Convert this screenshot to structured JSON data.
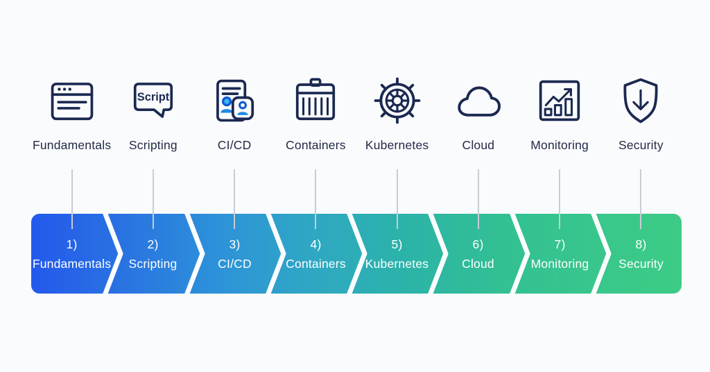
{
  "colors": {
    "background": "#fafbfd",
    "icon_outline": "#1b2951",
    "accent_blue": "#1e88e5",
    "accent_blue_light": "#3db5f4",
    "connector_line": "#c7ccd4",
    "label_text": "#222b46",
    "chevron_text_color": "#ffffff",
    "band_gradient_start": "#2459ec",
    "band_gradient_end": "#3dcb86"
  },
  "stages": [
    {
      "number": "1)",
      "label": "Fundamentals",
      "icon": "browser-window-icon",
      "color": "#2459ec"
    },
    {
      "number": "2)",
      "label": "Scripting",
      "icon": "script-speech-bubble-icon",
      "icon_text": "Script",
      "color": "#2973e1"
    },
    {
      "number": "3)",
      "label": "CI/CD",
      "icon": "id-documents-icon",
      "color": "#2d92d9"
    },
    {
      "number": "4)",
      "label": "Containers",
      "icon": "shipping-container-icon",
      "color": "#2fa7c4"
    },
    {
      "number": "5)",
      "label": "Kubernetes",
      "icon": "helm-wheel-icon",
      "color": "#2bb3a9"
    },
    {
      "number": "6)",
      "label": "Cloud",
      "icon": "cloud-icon",
      "color": "#32bf94"
    },
    {
      "number": "7)",
      "label": "Monitoring",
      "icon": "bar-chart-trend-icon",
      "color": "#38c68c"
    },
    {
      "number": "8)",
      "label": "Security",
      "icon": "shield-download-icon",
      "color": "#3dcb86"
    }
  ]
}
